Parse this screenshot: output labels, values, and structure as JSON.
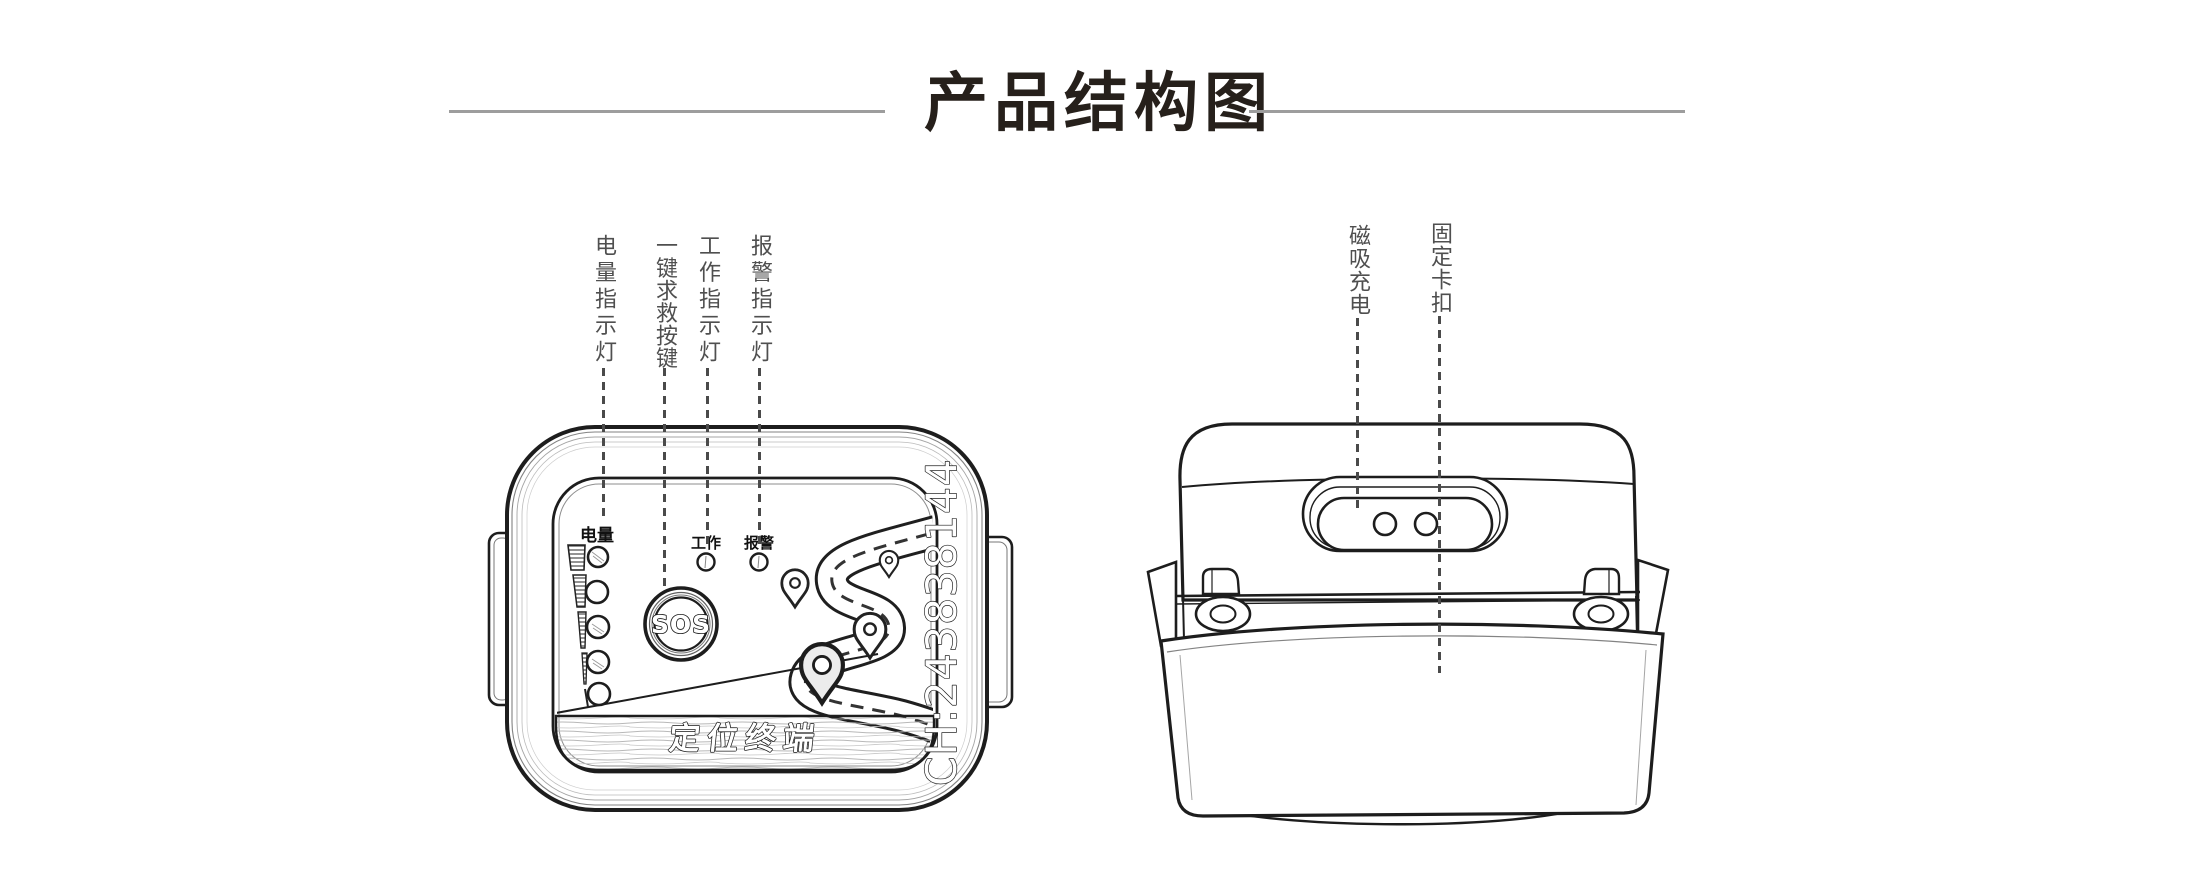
{
  "title": {
    "text": "产品结构图"
  },
  "colors": {
    "ink": "#1d1d1d",
    "callout_text": "#4f4f4f",
    "title_text": "#26201b",
    "divider": "#9d9d9d"
  },
  "left_device": {
    "view": "front",
    "callouts": [
      {
        "label": "电量指示灯"
      },
      {
        "label": "一键求救按键"
      },
      {
        "label": "工作指示灯"
      },
      {
        "label": "报警指示灯"
      }
    ],
    "panel": {
      "battery_label": "电量",
      "work_label": "工作",
      "alarm_label": "报警",
      "sos_label": "SOS",
      "brand_label": "定位终端",
      "side_code": "CH:243838144"
    }
  },
  "right_device": {
    "view": "back",
    "callouts": [
      {
        "label": "磁吸充电"
      },
      {
        "label": "固定卡扣"
      }
    ]
  }
}
